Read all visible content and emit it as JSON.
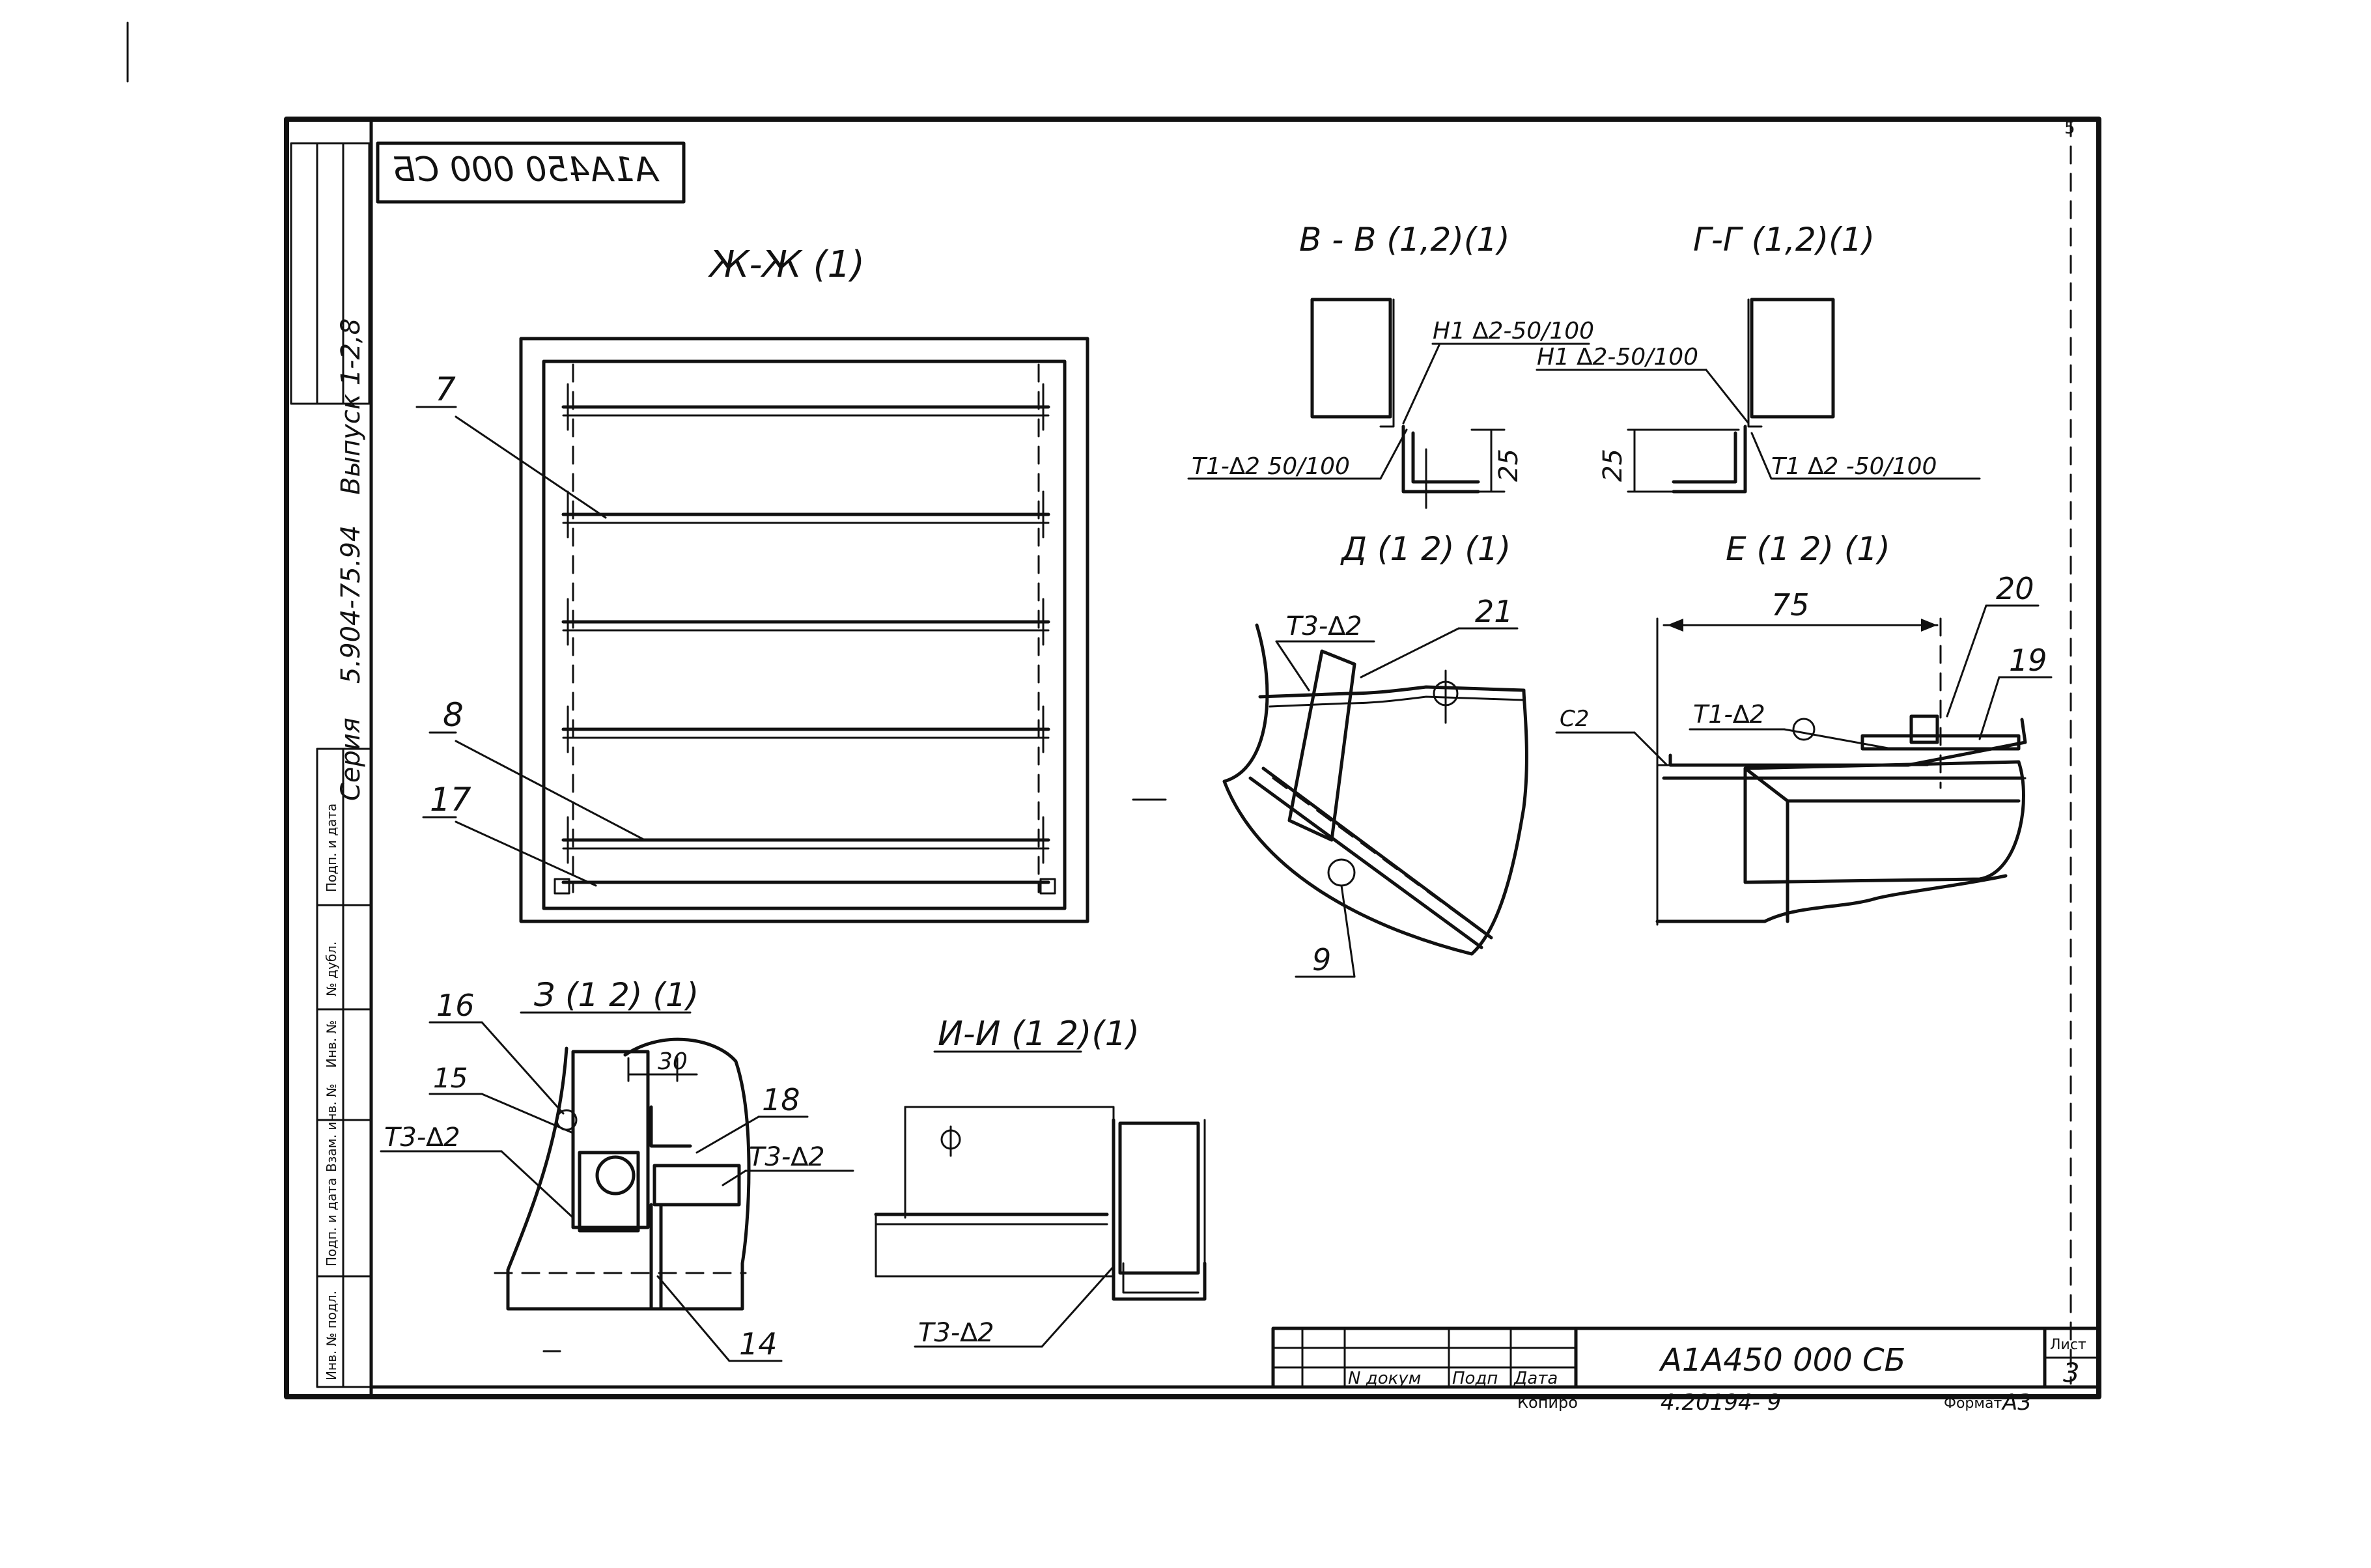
{
  "drawing_number": "А1А450 000 СБ",
  "drawing_number_rotated": "А1А450 000 СБ",
  "series_stamp": {
    "series": "Серия",
    "series_number": "5.904-75.94",
    "issue": "Выпуск 1-2,8"
  },
  "corner_sheet_mark": "5",
  "left_strip_labels": [
    "Подп. и дата",
    "№ дубл.",
    "Инв. №",
    "Взам. инв. №",
    "Подп. и дата",
    "Инв. № подл."
  ],
  "sections": {
    "zh": {
      "title": "Ж-Ж (1)",
      "callouts": [
        "7",
        "8",
        "17"
      ]
    },
    "v": {
      "title": "В - В (1,2)(1)",
      "weld_top": "Н1 ∆2-50/100",
      "weld_bottom": "Т1-∆2 50/100",
      "dim": "25"
    },
    "g": {
      "title": "Г-Г (1,2)(1)",
      "weld_top": "Н1 ∆2-50/100",
      "weld_bottom": "Т1 ∆2 -50/100",
      "dim": "25"
    },
    "d": {
      "title": "Д (1 2) (1)",
      "weld": "Т3-∆2",
      "callouts": [
        "21",
        "9"
      ]
    },
    "e": {
      "title": "Е (1 2) (1)",
      "dim": "75",
      "weld_left": "С2",
      "weld_mid": "Т1-∆2",
      "callouts": [
        "20",
        "19"
      ]
    },
    "z": {
      "title": "З (1 2) (1)",
      "dim": "30",
      "weld_left": "Т3-∆2",
      "weld_right": "Т3-∆2",
      "callouts": [
        "16",
        "15",
        "18",
        "14"
      ]
    },
    "i": {
      "title": "И-И (1 2)(1)",
      "weld": "Т3-∆2"
    }
  },
  "title_block": {
    "designation": "А1А450 000 СБ",
    "col_doc": "N докум",
    "col_sign": "Подп",
    "col_date": "Дата",
    "sheet_label": "Лист",
    "sheet_number": "3",
    "copied": "Копиро",
    "order_number": "4.20194-   9",
    "format_label": "Формат",
    "format_value": "А3"
  }
}
